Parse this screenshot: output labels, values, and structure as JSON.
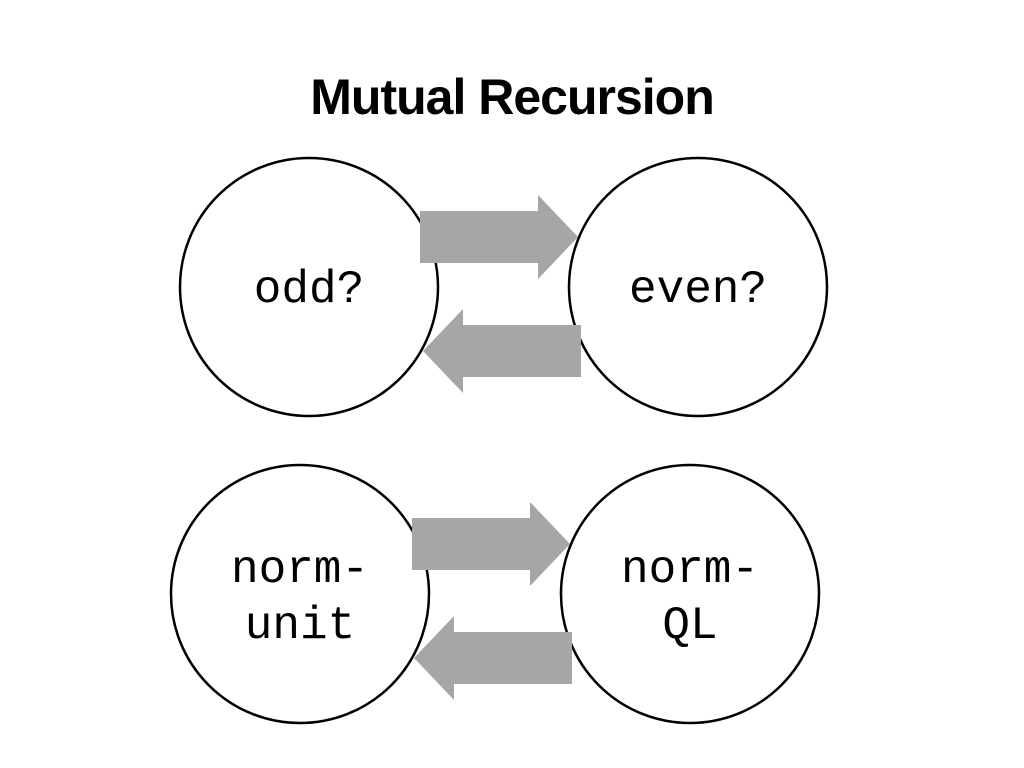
{
  "title": "Mutual Recursion",
  "colors": {
    "node_stroke": "#000000",
    "node_fill": "#ffffff",
    "arrow": "#a6a6a6",
    "text": "#000000"
  },
  "pairs": [
    {
      "left": {
        "lines": [
          "odd?"
        ]
      },
      "right": {
        "lines": [
          "even?"
        ]
      }
    },
    {
      "left": {
        "lines": [
          "norm-",
          "unit"
        ]
      },
      "right": {
        "lines": [
          "norm-",
          "QL"
        ]
      }
    }
  ]
}
